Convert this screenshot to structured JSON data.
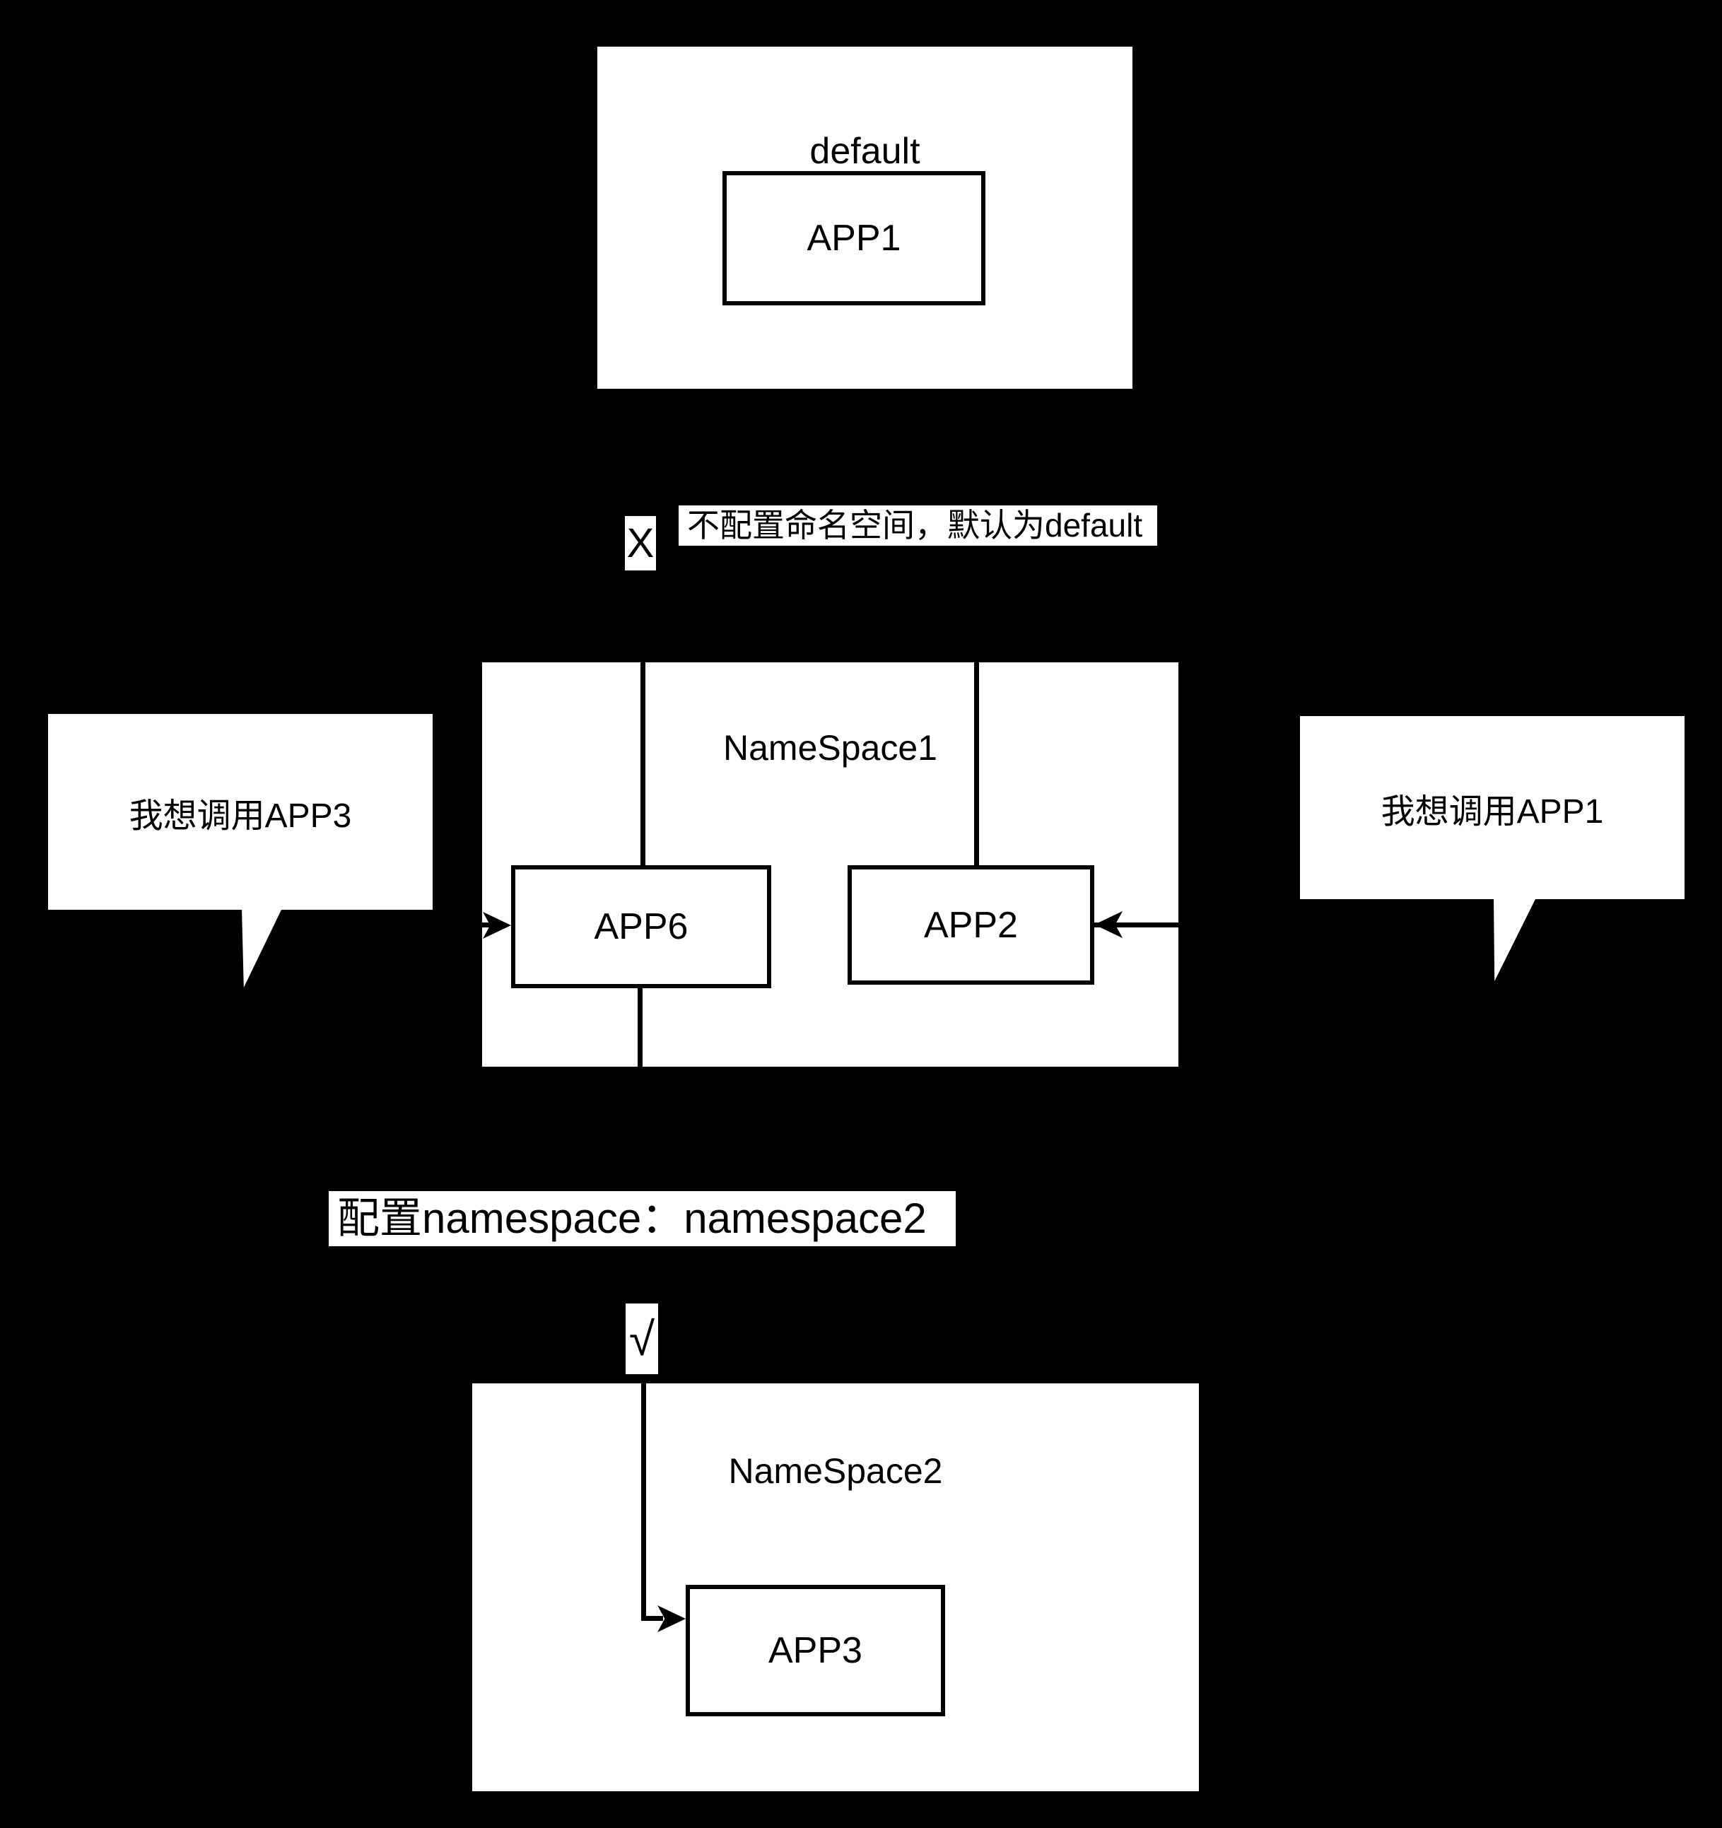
{
  "colors": {
    "background": "#000000",
    "surface": "#ffffff",
    "ink": "#000000"
  },
  "default_namespace": {
    "label": "default",
    "app1": "APP1"
  },
  "namespace1": {
    "label": "NameSpace1",
    "app6": "APP6",
    "app2": "APP2"
  },
  "namespace2": {
    "label": "NameSpace2",
    "app3": "APP3"
  },
  "bubbles": {
    "left": "我想调用APP3",
    "right": "我想调用APP1"
  },
  "notes": {
    "x_mark": "X",
    "no_namespace": "不配置命名空间，默认为default",
    "configure_namespace": "配置namespace：namespace2",
    "check_mark": "√"
  }
}
